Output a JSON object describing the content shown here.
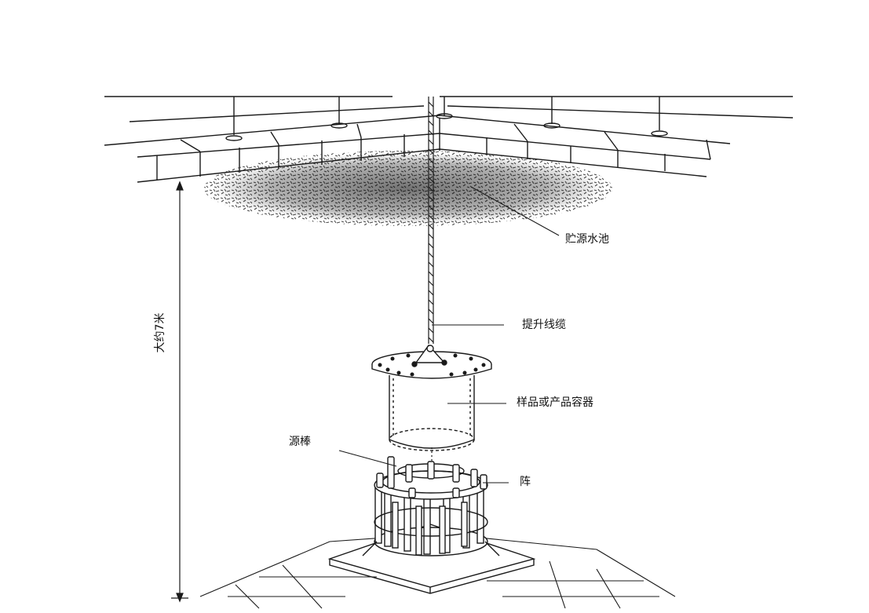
{
  "labels": {
    "pool": "贮源水池",
    "cable": "提升线缆",
    "container": "样品或产品容器",
    "rod": "源棒",
    "rack": "阵",
    "depth": "大约7米"
  },
  "colors": {
    "line": "#1a1a1a",
    "water": "#3a3a3a",
    "background": "#ffffff"
  }
}
